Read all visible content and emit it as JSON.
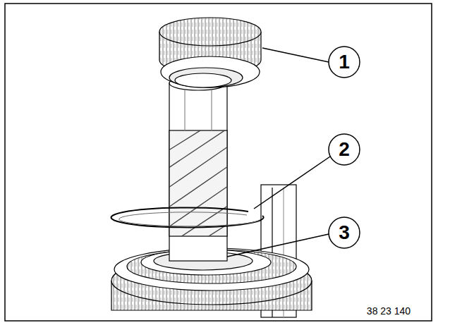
{
  "diagram": {
    "labels": [
      "1",
      "2",
      "3",
      "38 23 140"
    ]
  }
}
